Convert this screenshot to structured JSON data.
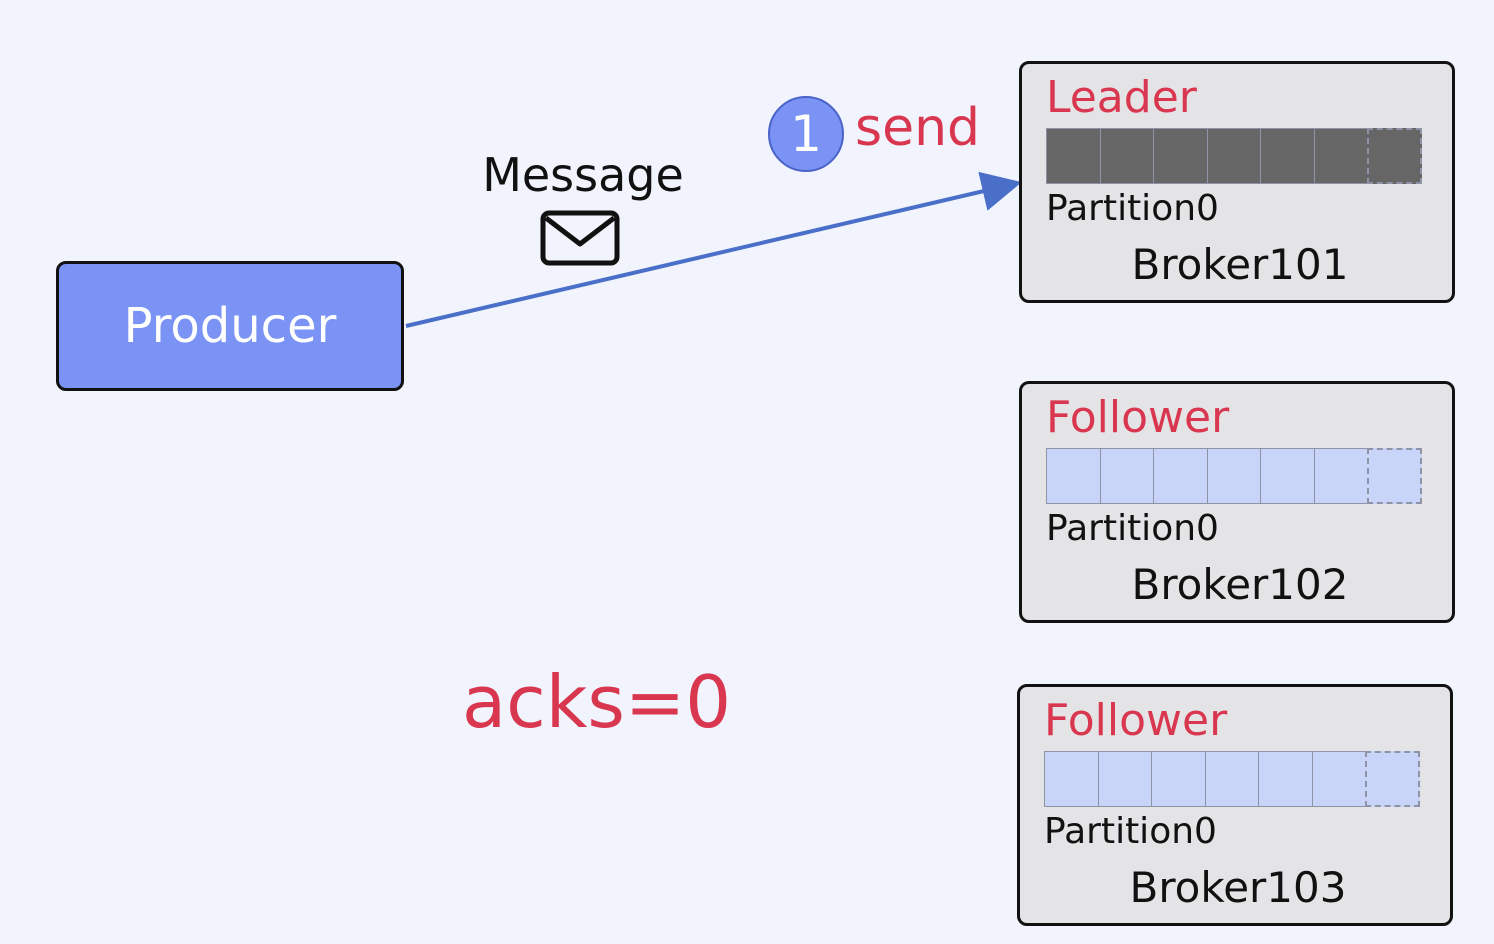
{
  "producer": {
    "label": "Producer"
  },
  "message": {
    "label": "Message",
    "icon": "mail-icon"
  },
  "step": {
    "number": "1",
    "label": "send"
  },
  "acks_label": "acks=0",
  "colors": {
    "background": "#f1f4fd",
    "producer_fill": "#7a93f5",
    "accent_red": "#d9364f",
    "arrow": "#4a6fc9",
    "leader_cell": "#666666",
    "follower_cell": "#c8d5f8",
    "broker_fill": "#e4e4e6"
  },
  "brokers": [
    {
      "role": "Leader",
      "partition": "Partition0",
      "name": "Broker101",
      "cells": 7,
      "pending_cells": 1,
      "cell_color": "#666666"
    },
    {
      "role": "Follower",
      "partition": "Partition0",
      "name": "Broker102",
      "cells": 7,
      "pending_cells": 1,
      "cell_color": "#c8d5f8"
    },
    {
      "role": "Follower",
      "partition": "Partition0",
      "name": "Broker103",
      "cells": 7,
      "pending_cells": 1,
      "cell_color": "#c8d5f8"
    }
  ]
}
